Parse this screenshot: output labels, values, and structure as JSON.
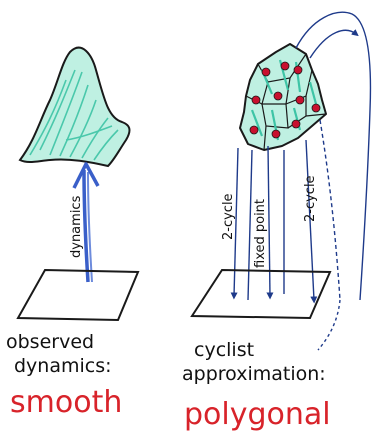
{
  "left_panel": {
    "arrow_label": "dynamics",
    "caption_line1": "observed",
    "caption_line2": "dynamics:",
    "caption_emphasis": "smooth",
    "surface_color": "#3ec4a6"
  },
  "right_panel": {
    "orbit_labels": [
      "2-cycle",
      "fixed point",
      "2-cycle"
    ],
    "caption_line1": "cyclist",
    "caption_line2": "approximation:",
    "caption_emphasis": "polygonal",
    "polygon_color": "#3ec4a6",
    "point_color": "#c8102e",
    "orbit_color": "#1e3a8a"
  },
  "colors": {
    "ink": "#111111",
    "red": "#d8232a",
    "blue_arrow": "#3a5fc9"
  }
}
